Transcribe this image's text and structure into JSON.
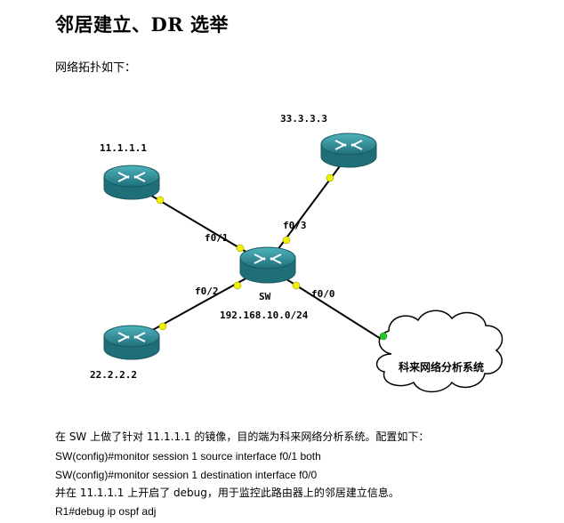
{
  "title": "邻居建立、DR 选举",
  "intro": "网络拓扑如下：",
  "topology": {
    "routers": {
      "r1": "11.1.1.1",
      "r2": "22.2.2.2",
      "r3": "33.3.3.3",
      "sw": "SW"
    },
    "interfaces": {
      "f01": "f0/1",
      "f02": "f0/2",
      "f03": "f0/3",
      "f00": "f0/0"
    },
    "subnet": "192.168.10.0/24",
    "cloud": "科来网络分析系统",
    "colors": {
      "port": "#f2f200",
      "analyzer_port": "#22cc22",
      "router": "#2e8a93"
    }
  },
  "body": {
    "line1": "在 SW 上做了针对 11.1.1.1  的镜像，目的端为科来网络分析系统。配置如下：",
    "line2": "SW(config)#monitor session 1 source interface f0/1 both",
    "line3": "SW(config)#monitor session 1 destination interface f0/0",
    "line4": "并在 11.1.1.1 上开启了 debug，用于监控此路由器上的邻居建立信息。",
    "line5": "R1#debug ip ospf adj"
  }
}
